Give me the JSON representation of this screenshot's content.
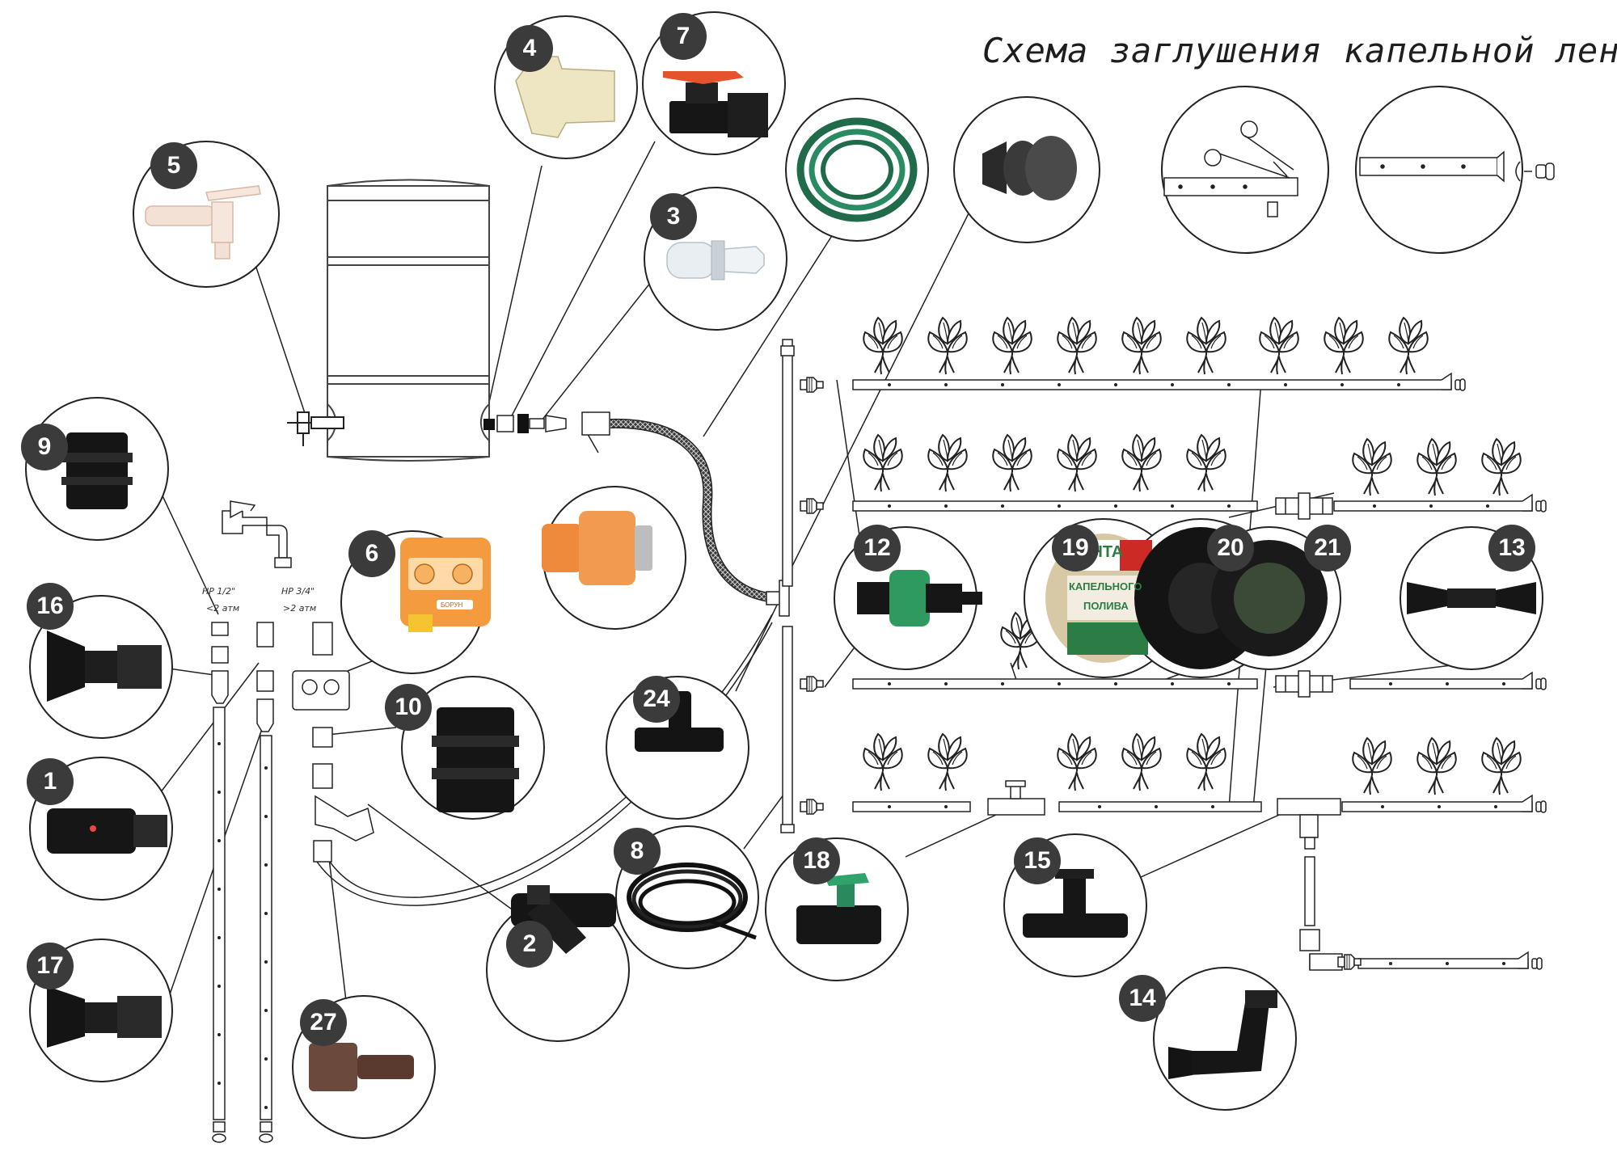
{
  "title": "Схема заглушения капельной ленты",
  "faucet_labels": {
    "left_size": "НР 1/2\"",
    "left_pressure": "<2 атм",
    "right_size": "НР 3/4\"",
    "right_pressure": ">2 атм"
  },
  "callouts": [
    "1",
    "2",
    "3",
    "4",
    "5",
    "6",
    "7",
    "8",
    "9",
    "10",
    "12",
    "13",
    "14",
    "15",
    "16",
    "17",
    "18",
    "19",
    "20",
    "21",
    "24",
    "27"
  ],
  "product_19": {
    "line1": "ЛЕНТА",
    "line2": "КАПЕЛЬНОГО",
    "line3": "ПОЛИВА"
  },
  "timer_brand": "БОРУН",
  "colors": {
    "badge": "#3b3b3b",
    "line": "#222222",
    "hose_green": "#1f6b4a",
    "orange": "#f08a2e",
    "black_part": "#141414",
    "valve_red": "#e2532e",
    "valve_green": "#1f8a5a"
  }
}
